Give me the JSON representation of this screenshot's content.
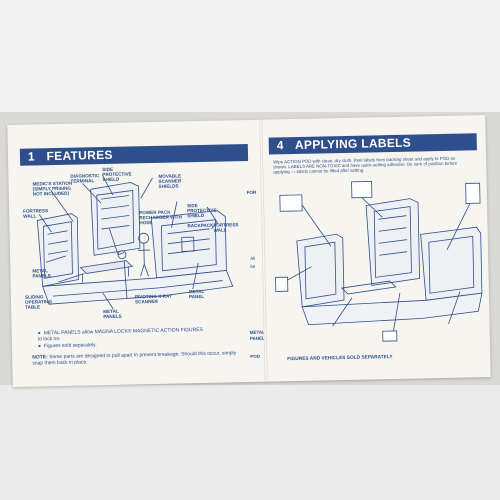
{
  "left": {
    "section_number": "1",
    "section_title": "FEATURES",
    "labels": {
      "medics_station": "MEDIC'S STATION (simply PRISING not included)",
      "diagnostic_terminal": "DIAGNOSTIC TERMINAL",
      "side_shield_1": "SIDE PROTECTIVE SHIELD",
      "movable_scanner": "MOVABLE SCANNER SHIELDS",
      "fortress_wall_left": "FORTRESS WALL",
      "power_pack": "POWER PACK RECHARGER WITH HOSE",
      "side_shield_2": "SIDE PROTECTIVE SHIELD",
      "backpack": "BACKPACK",
      "fortress_wall_right": "FORTRESS WALL",
      "metal_panels_1": "METAL PANELS",
      "sliding_table": "SLIDING OPERATING TABLE",
      "pivoting_xray": "PIVOTING X-RAY SCANNER",
      "metal_panel": "METAL PANEL",
      "metal_panels_2": "METAL PANELS"
    },
    "bullets": [
      "METAL PANELS allow MAGNA LOCK® MAGNETIC ACTION FIGURES to lock on.",
      "Figures sold separately."
    ],
    "note_label": "NOTE:",
    "note_text": "Some parts are designed to pull apart to prevent breakage. Should this occur, simply snap them back in place."
  },
  "strip": {
    "for": "FOR",
    "all": "All",
    "be": "be",
    "metal": "METAL",
    "panel": "PANEL",
    "pod": "POD"
  },
  "right": {
    "section_number": "4",
    "section_title": "APPLYING LABELS",
    "intro": "Wipe ACTION POD with clean, dry cloth. Peel labels from backing sheet and apply to POD as shown. LABELS ARE NON-TOXIC and have quick-setting adhesive. Be sure of position before applying — labels cannot be lifted after setting.",
    "footer": "FIGURES AND VEHICLES SOLD SEPARATELY"
  },
  "colors": {
    "brand_blue": "#2e4f8c",
    "paper": "#f6f5ef"
  }
}
